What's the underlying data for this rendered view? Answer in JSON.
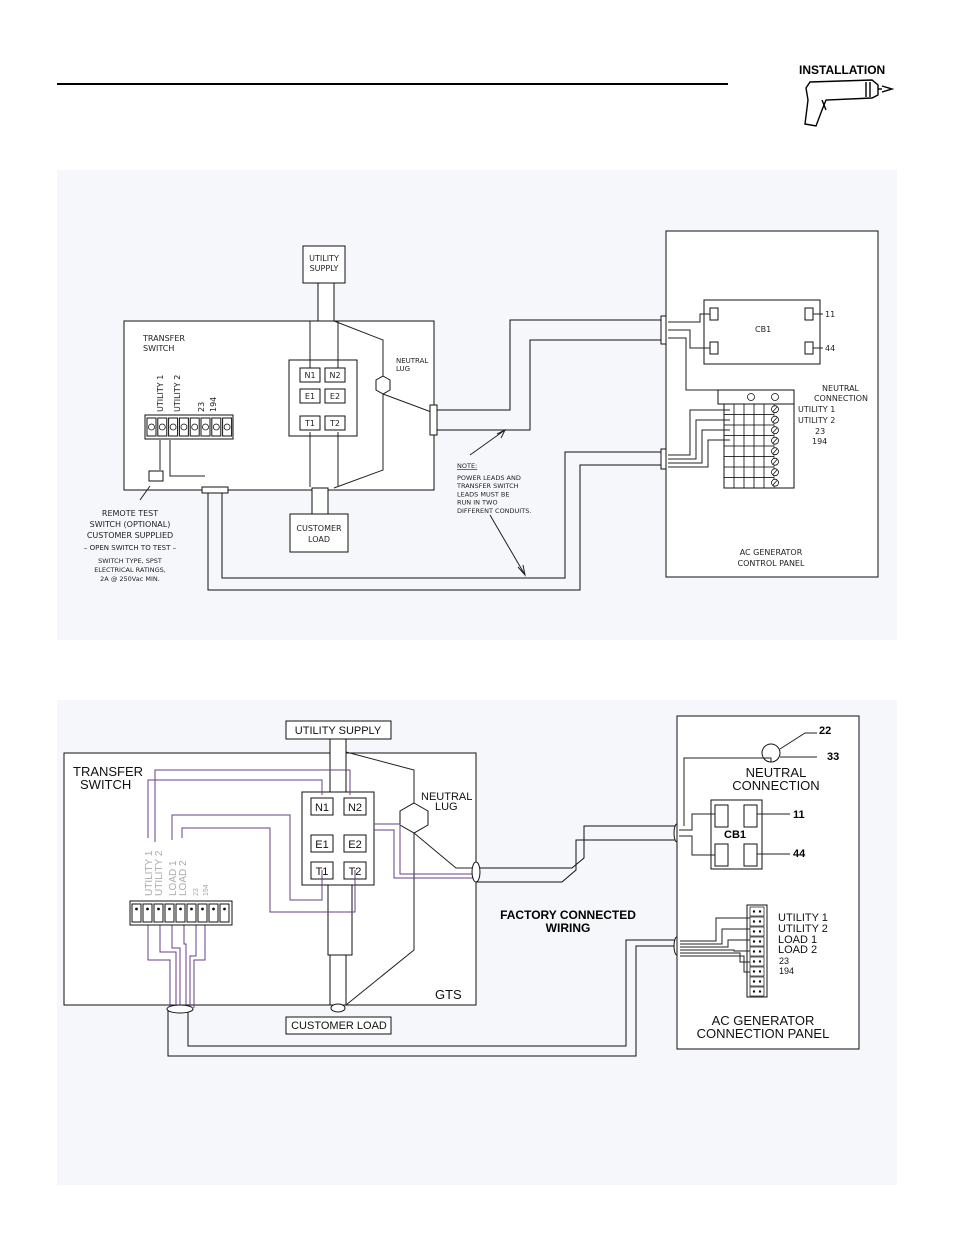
{
  "header": {
    "section_label": "INSTALLATION",
    "icon": "drill-icon"
  },
  "diagram1": {
    "transfer_switch": "TRANSFER\nSWITCH",
    "utility_supply": "UTILITY\nSUPPLY",
    "customer_load": "CUSTOMER\nLOAD",
    "neutral_lug": "NEUTRAL\nLUG",
    "contacts": [
      "N1",
      "N2",
      "E1",
      "E2",
      "T1",
      "T2"
    ],
    "terminal_labels": [
      "UTILITY 1",
      "UTILITY 2",
      "23",
      "194"
    ],
    "remote_test": [
      "REMOTE TEST",
      "SWITCH (OPTIONAL)",
      "CUSTOMER SUPPLIED",
      "– OPEN SWITCH TO TEST –",
      "SWITCH TYPE, SPST",
      "ELECTRICAL RATINGS,",
      "2A @ 250Vac MIN."
    ],
    "note_title": "NOTE:",
    "note_lines": [
      "POWER LEADS AND",
      "TRANSFER SWITCH",
      "LEADS MUST BE",
      "RUN IN TWO",
      "DIFFERENT CONDUITS."
    ],
    "cb1": "CB1",
    "cb_terminals": [
      "11",
      "44"
    ],
    "neutral_connection": "NEUTRAL\nCONNECTION",
    "panel_terminals": [
      "UTILITY 1",
      "UTILITY 2",
      "23",
      "194"
    ],
    "panel_title": "AC GENERATOR\nCONTROL PANEL"
  },
  "diagram2": {
    "utility_supply": "UTILITY SUPPLY",
    "customer_load": "CUSTOMER LOAD",
    "transfer_switch": "TRANSFER\nSWITCH",
    "neutral_lug": "NEUTRAL\nLUG",
    "contacts": [
      "N1",
      "N2",
      "E1",
      "E2",
      "T1",
      "T2"
    ],
    "terminal_labels": [
      "UTILITY 1",
      "UTILITY 2",
      "LOAD 1",
      "LOAD 2",
      "23",
      "194"
    ],
    "gts": "GTS",
    "factory_wiring": "FACTORY CONNECTED\nWIRING",
    "neutral_terminals": [
      "22",
      "33"
    ],
    "neutral_connection": "NEUTRAL\nCONNECTION",
    "cb1": "CB1",
    "cb_terminals": [
      "11",
      "44"
    ],
    "panel_terminals": [
      "UTILITY 1",
      "UTILITY 2",
      "LOAD 1",
      "LOAD 2",
      "23",
      "194"
    ],
    "panel_title": "AC GENERATOR\nCONNECTION PANEL"
  }
}
